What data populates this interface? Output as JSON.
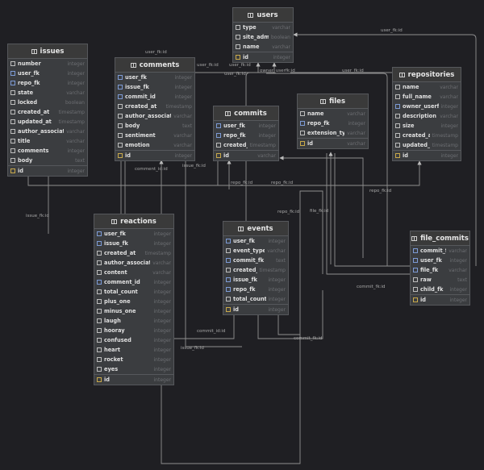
{
  "tables": [
    {
      "key": "users",
      "name": "users",
      "columns": [
        {
          "name": "type",
          "type": "varchar",
          "kind": "col"
        },
        {
          "name": "site_admin",
          "type": "boolean",
          "kind": "col"
        },
        {
          "name": "name",
          "type": "varchar",
          "kind": "col"
        },
        {
          "name": "id",
          "type": "integer",
          "kind": "pk"
        }
      ]
    },
    {
      "key": "issues",
      "name": "issues",
      "columns": [
        {
          "name": "number",
          "type": "integer",
          "kind": "col"
        },
        {
          "name": "user_fk",
          "type": "integer",
          "kind": "fk"
        },
        {
          "name": "repo_fk",
          "type": "integer",
          "kind": "fk"
        },
        {
          "name": "state",
          "type": "varchar",
          "kind": "col"
        },
        {
          "name": "locked",
          "type": "boolean",
          "kind": "col"
        },
        {
          "name": "created_at",
          "type": "timestamp",
          "kind": "col"
        },
        {
          "name": "updated_at",
          "type": "timestamp",
          "kind": "col"
        },
        {
          "name": "author_association",
          "type": "varchar",
          "kind": "col"
        },
        {
          "name": "title",
          "type": "varchar",
          "kind": "col"
        },
        {
          "name": "comments",
          "type": "integer",
          "kind": "col"
        },
        {
          "name": "body",
          "type": "text",
          "kind": "col"
        },
        {
          "name": "id",
          "type": "integer",
          "kind": "pk"
        }
      ]
    },
    {
      "key": "comments",
      "name": "comments",
      "columns": [
        {
          "name": "user_fk",
          "type": "integer",
          "kind": "fk"
        },
        {
          "name": "issue_fk",
          "type": "integer",
          "kind": "fk"
        },
        {
          "name": "commit_id",
          "type": "integer",
          "kind": "fk"
        },
        {
          "name": "created_at",
          "type": "timestamp",
          "kind": "col"
        },
        {
          "name": "author_association",
          "type": "varchar",
          "kind": "col"
        },
        {
          "name": "body",
          "type": "text",
          "kind": "col"
        },
        {
          "name": "sentiment",
          "type": "varchar",
          "kind": "col"
        },
        {
          "name": "emotion",
          "type": "varchar",
          "kind": "col"
        },
        {
          "name": "id",
          "type": "integer",
          "kind": "pk"
        }
      ]
    },
    {
      "key": "commits",
      "name": "commits",
      "columns": [
        {
          "name": "user_fk",
          "type": "integer",
          "kind": "fk"
        },
        {
          "name": "repo_fk",
          "type": "integer",
          "kind": "fk"
        },
        {
          "name": "created_at",
          "type": "timestamp",
          "kind": "col"
        },
        {
          "name": "id",
          "type": "varchar",
          "kind": "pk"
        }
      ]
    },
    {
      "key": "files",
      "name": "files",
      "columns": [
        {
          "name": "name",
          "type": "varchar",
          "kind": "col"
        },
        {
          "name": "repo_fk",
          "type": "integer",
          "kind": "fk"
        },
        {
          "name": "extension_type",
          "type": "varchar",
          "kind": "col"
        },
        {
          "name": "id",
          "type": "varchar",
          "kind": "pk"
        }
      ]
    },
    {
      "key": "repositories",
      "name": "repositories",
      "columns": [
        {
          "name": "name",
          "type": "varchar",
          "kind": "col"
        },
        {
          "name": "full_name",
          "type": "varchar",
          "kind": "col"
        },
        {
          "name": "owner_userfk",
          "type": "integer",
          "kind": "fk"
        },
        {
          "name": "description",
          "type": "varchar",
          "kind": "col"
        },
        {
          "name": "size",
          "type": "integer",
          "kind": "col"
        },
        {
          "name": "created_at",
          "type": "timestamp",
          "kind": "col"
        },
        {
          "name": "updated_at",
          "type": "timestamp",
          "kind": "col"
        },
        {
          "name": "id",
          "type": "integer",
          "kind": "pk"
        }
      ]
    },
    {
      "key": "reactions",
      "name": "reactions",
      "columns": [
        {
          "name": "user_fk",
          "type": "integer",
          "kind": "fk"
        },
        {
          "name": "issue_fk",
          "type": "integer",
          "kind": "fk"
        },
        {
          "name": "created_at",
          "type": "timestamp",
          "kind": "col"
        },
        {
          "name": "author_association",
          "type": "varchar",
          "kind": "col"
        },
        {
          "name": "content",
          "type": "varchar",
          "kind": "col"
        },
        {
          "name": "comment_id",
          "type": "integer",
          "kind": "fk"
        },
        {
          "name": "total_count",
          "type": "integer",
          "kind": "col"
        },
        {
          "name": "plus_one",
          "type": "integer",
          "kind": "col"
        },
        {
          "name": "minus_one",
          "type": "integer",
          "kind": "col"
        },
        {
          "name": "laugh",
          "type": "integer",
          "kind": "col"
        },
        {
          "name": "hooray",
          "type": "integer",
          "kind": "col"
        },
        {
          "name": "confused",
          "type": "integer",
          "kind": "col"
        },
        {
          "name": "heart",
          "type": "integer",
          "kind": "col"
        },
        {
          "name": "rocket",
          "type": "integer",
          "kind": "col"
        },
        {
          "name": "eyes",
          "type": "integer",
          "kind": "col"
        },
        {
          "name": "id",
          "type": "integer",
          "kind": "pk"
        }
      ]
    },
    {
      "key": "events",
      "name": "events",
      "columns": [
        {
          "name": "user_fk",
          "type": "integer",
          "kind": "fk"
        },
        {
          "name": "event_type",
          "type": "varchar",
          "kind": "col"
        },
        {
          "name": "commit_fk",
          "type": "text",
          "kind": "fk"
        },
        {
          "name": "created_at",
          "type": "timestamp",
          "kind": "col"
        },
        {
          "name": "issue_fk",
          "type": "integer",
          "kind": "fk"
        },
        {
          "name": "repo_fk",
          "type": "integer",
          "kind": "fk"
        },
        {
          "name": "total_count",
          "type": "integer",
          "kind": "col"
        },
        {
          "name": "id",
          "type": "integer",
          "kind": "pk"
        }
      ]
    },
    {
      "key": "file_commits",
      "name": "file_commits",
      "columns": [
        {
          "name": "commit_fk",
          "type": "varchar",
          "kind": "fk"
        },
        {
          "name": "user_fk",
          "type": "integer",
          "kind": "fk"
        },
        {
          "name": "file_fk",
          "type": "varchar",
          "kind": "fk"
        },
        {
          "name": "raw",
          "type": "text",
          "kind": "col"
        },
        {
          "name": "child_fk",
          "type": "integer",
          "kind": "col"
        },
        {
          "name": "id",
          "type": "integer",
          "kind": "pk"
        }
      ]
    }
  ],
  "edge_labels": [
    {
      "text": "user_fk:id"
    },
    {
      "text": "user_fk:id"
    },
    {
      "text": "user_fk:id"
    },
    {
      "text": "owner_userfk:id"
    },
    {
      "text": "user_fk:id"
    },
    {
      "text": "user_fk:id"
    },
    {
      "text": "comment_id:id"
    },
    {
      "text": "issue_fk:id"
    },
    {
      "text": "repo_fk:id"
    },
    {
      "text": "repo_fk:id"
    },
    {
      "text": "repo_fk:id"
    },
    {
      "text": "repo_fk:id"
    },
    {
      "text": "file_fk:id"
    },
    {
      "text": "issue_fk:id"
    },
    {
      "text": "commit_fk:id"
    },
    {
      "text": "commit_id:id"
    },
    {
      "text": "commit_fk:id"
    },
    {
      "text": "issue_fk:id"
    },
    {
      "text": "user_fk:id"
    }
  ],
  "colors": {
    "background": "#1f1f23",
    "table": "#3b3d40",
    "edge": "#9a9a9a",
    "fk_icon": "#7d9bd6",
    "pk_icon": "#c9a94a"
  }
}
